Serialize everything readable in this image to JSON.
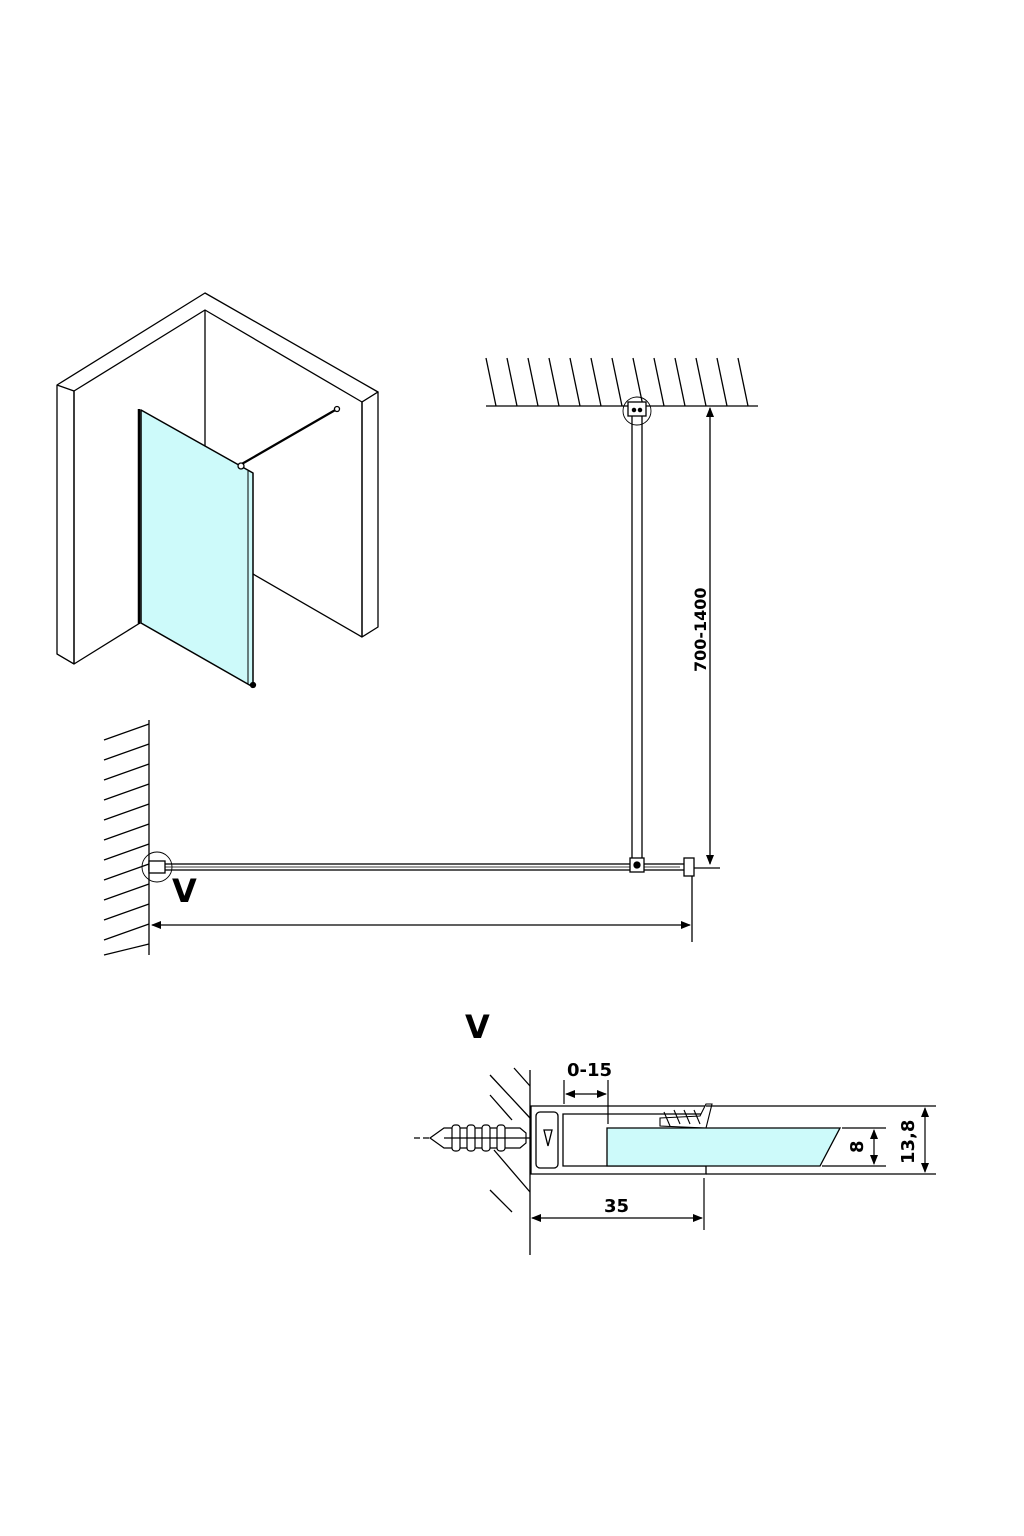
{
  "labels": {
    "detail_marker": "V",
    "detail_title": "V",
    "height_range": "700-1400",
    "gap_range": "0-15",
    "profile_depth": "35",
    "glass_thickness": "8",
    "profile_height": "13,8"
  },
  "colors": {
    "glass": "#cdfafa",
    "line": "#000000",
    "background": "#ffffff"
  }
}
